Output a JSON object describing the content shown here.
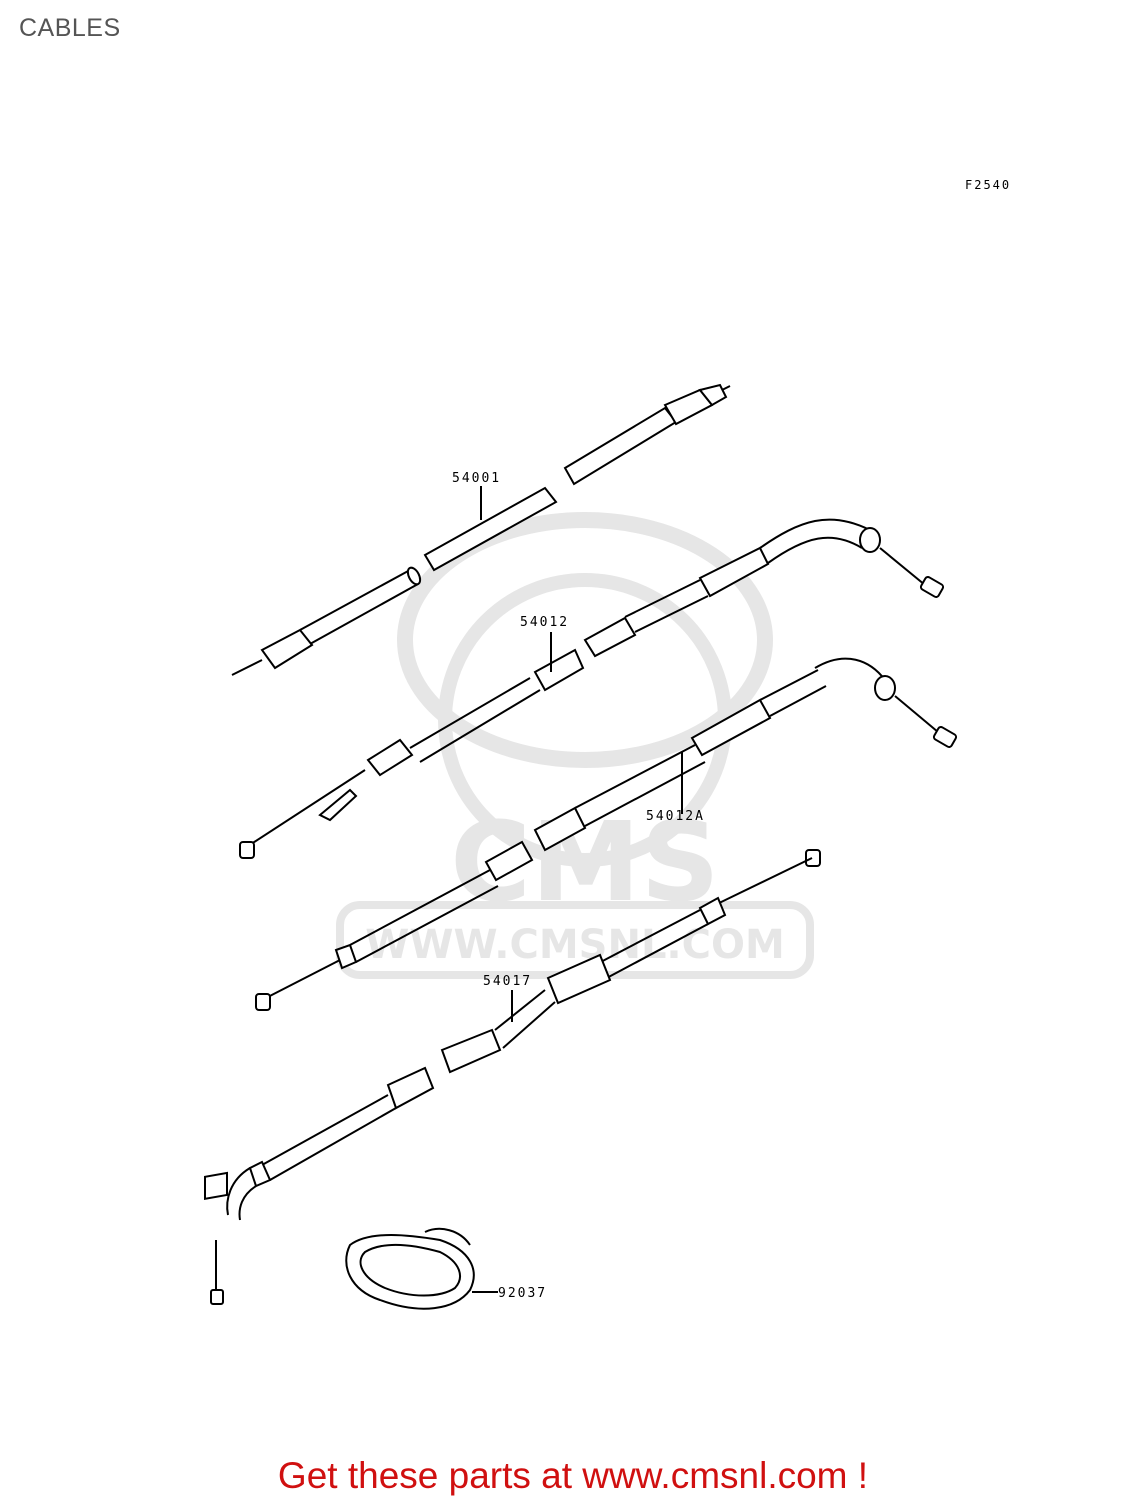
{
  "header": {
    "title": "CABLES"
  },
  "diagram": {
    "code": "F2540",
    "parts": [
      {
        "number": "54001"
      },
      {
        "number": "54012"
      },
      {
        "number": "54012A"
      },
      {
        "number": "54017"
      },
      {
        "number": "92037"
      }
    ],
    "watermark": {
      "logo_text": "CMS",
      "url_text": "WWW.CMSNL.COM"
    }
  },
  "footer": {
    "cta": "Get these parts at www.cmsnl.com !"
  },
  "colors": {
    "title": "#555555",
    "cta": "#d01010",
    "line": "#000000",
    "watermark": "#e6e6e6"
  }
}
